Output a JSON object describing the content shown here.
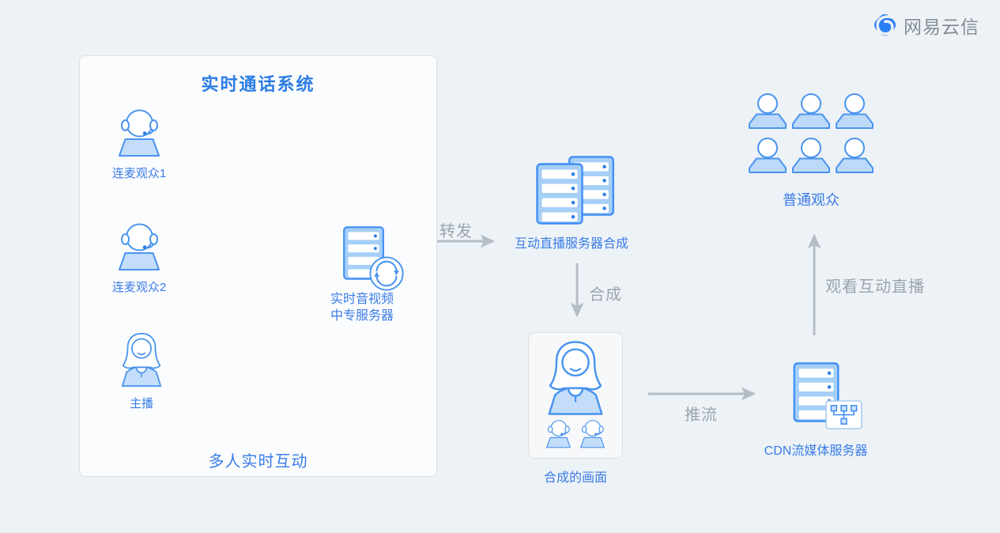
{
  "logo": {
    "brand": "网易云信",
    "icon": "netease-yunxin-logo-icon",
    "brand_color": "#2a7ff4",
    "text_color": "#858d95"
  },
  "realtime_box": {
    "title": "实时通话系统",
    "footer": "多人实时互动",
    "participants": [
      {
        "label": "连麦观众1",
        "icon": "headset-person-icon"
      },
      {
        "label": "连麦观众2",
        "icon": "headset-person-icon"
      },
      {
        "label": "主播",
        "icon": "anchor-person-icon"
      }
    ],
    "relay_server": {
      "label_line1": "实时音视频",
      "label_line2": "中专服务器",
      "icon": "server-icon",
      "badge_icon": "sync-icon"
    }
  },
  "flow": {
    "interactive_server": {
      "label": "互动直播服务器合成",
      "icon": "server-stack-icon"
    },
    "composite_frame": {
      "label": "合成的画面",
      "icons": [
        "anchor-person-icon",
        "headset-person-icon",
        "headset-person-icon"
      ]
    },
    "cdn_server": {
      "label": "CDN流媒体服务器",
      "icon": "server-icon",
      "badge_icon": "network-tree-icon"
    },
    "audience": {
      "label": "普通观众",
      "viewer_count": 6,
      "icon": "person-icon"
    },
    "edges": [
      {
        "label": "转发",
        "from": "实时通话系统",
        "to": "互动直播服务器合成"
      },
      {
        "label": "合成",
        "from": "互动直播服务器合成",
        "to": "合成的画面"
      },
      {
        "label": "推流",
        "from": "合成的画面",
        "to": "CDN流媒体服务器"
      },
      {
        "label": "观看互动直播",
        "from": "CDN流媒体服务器",
        "to": "普通观众"
      }
    ]
  },
  "colors": {
    "background": "#edf2f6",
    "panel_background": "#fbfcfd",
    "panel_border": "#dcdfe3",
    "icon_stroke_blue": "#4a94ee",
    "icon_fill_blue": "#c3ddfa",
    "server_fill": "#a5cff7",
    "server_stroke": "#3f8ef5",
    "label_blue": "#3a7ce8",
    "title_blue": "#2b7ce5",
    "edge_gray_text": "#9aa4ad",
    "arrow_gray": "#b4bdc6"
  }
}
